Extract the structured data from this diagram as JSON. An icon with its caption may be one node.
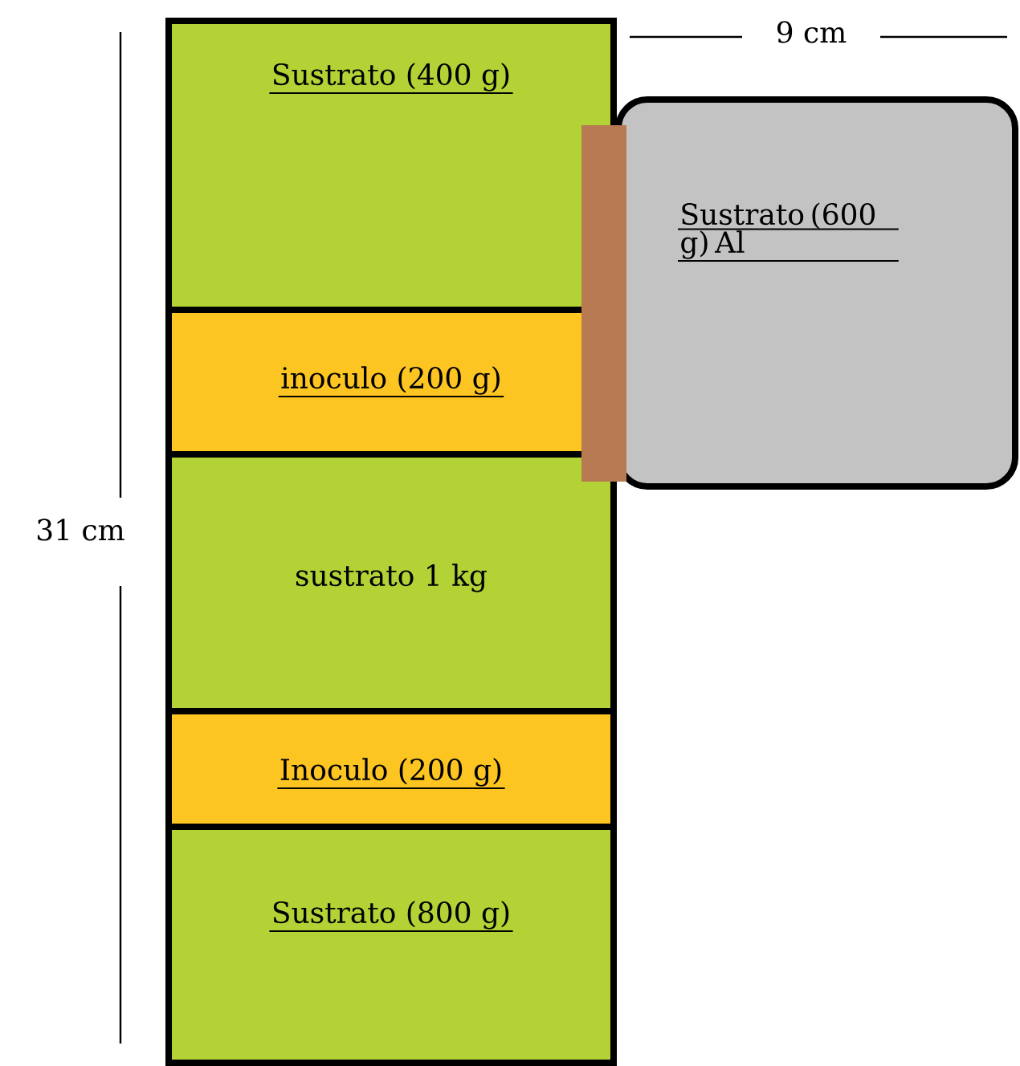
{
  "diagram": {
    "nodes": [
      {
        "text": [
          "Sustrato (400 g)"
        ]
      },
      {
        "text": [
          "inoculo (200 g)"
        ]
      },
      {
        "text": [
          "sustrato 1 kg"
        ]
      },
      {
        "text": [
          "Inoculo (200 g)"
        ]
      },
      {
        "text": [
          "Sustrato (800 g)"
        ]
      },
      {
        "text": [
          "Sustrato (600 g) Al"
        ]
      }
    ],
    "labels": [
      "9 cm",
      "31 cm"
    ]
  }
}
